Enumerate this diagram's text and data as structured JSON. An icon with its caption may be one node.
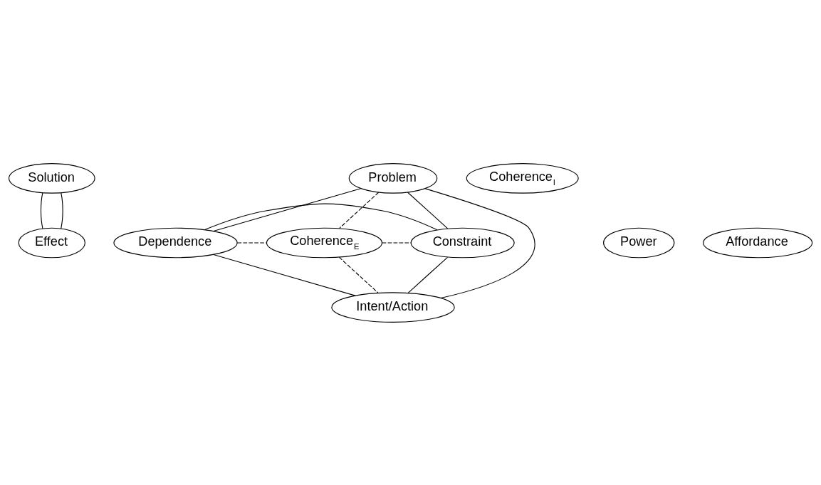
{
  "diagram": {
    "nodes": [
      {
        "text": [
          "Solution"
        ]
      },
      {
        "text": [
          "Problem"
        ]
      },
      {
        "text": [
          "Power"
        ]
      },
      {
        "text": [
          "Dependence"
        ]
      },
      {
        "text": [
          "Coherence$_{E}$"
        ]
      },
      {
        "text": [
          "Coherence$_{I}$"
        ]
      },
      {
        "text": [
          "Constraint"
        ]
      },
      {
        "text": [
          "Affordance"
        ]
      },
      {
        "text": [
          "Intent/Action"
        ]
      },
      {
        "text": [
          "Effect"
        ]
      }
    ],
    "edges": [
      {
        "from": 0,
        "to": 9,
        "arrow": "none"
      },
      {
        "from": 0,
        "to": 9,
        "arrow": "none"
      },
      {
        "from": 1,
        "to": 3,
        "arrow": "none"
      },
      {
        "from": 1,
        "to": 6,
        "arrow": "none"
      },
      {
        "from": 1,
        "to": 4,
        "arrow": "none",
        "style": "dashed"
      },
      {
        "from": 1,
        "to": 8,
        "arrow": "none"
      },
      {
        "from": 3,
        "to": 6,
        "arrow": "none"
      },
      {
        "from": 3,
        "to": 4,
        "arrow": "none",
        "style": "dashed"
      },
      {
        "from": 4,
        "to": 6,
        "arrow": "none",
        "style": "dashed"
      },
      {
        "from": 4,
        "to": 8,
        "arrow": "none",
        "style": "dashed"
      },
      {
        "from": 3,
        "to": 8,
        "arrow": "none"
      },
      {
        "from": 6,
        "to": 8,
        "arrow": "none"
      }
    ]
  }
}
